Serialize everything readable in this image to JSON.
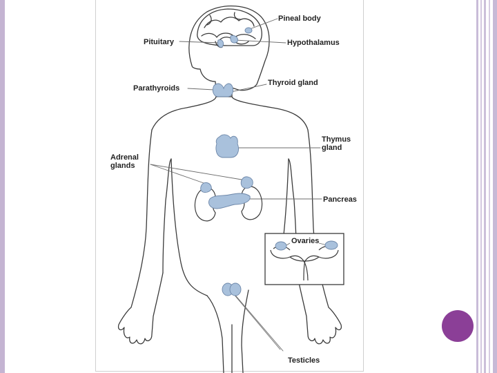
{
  "labels": {
    "pineal": "Pineal body",
    "pituitary": "Pituitary",
    "hypothalamus": "Hypothalamus",
    "parathyroids": "Parathyroids",
    "thyroid": "Thyroid gland",
    "thymus_1": "Thymus",
    "thymus_2": "gland",
    "adrenal_1": "Adrenal",
    "adrenal_2": "glands",
    "pancreas": "Pancreas",
    "ovaries": "Ovaries",
    "testicles": "Testicles"
  },
  "colors": {
    "gland_fill": "#a9c1dc",
    "outline": "#3a3a3a",
    "accent_dot": "#8b3f97",
    "border_lavender": "#c4b4d2"
  }
}
